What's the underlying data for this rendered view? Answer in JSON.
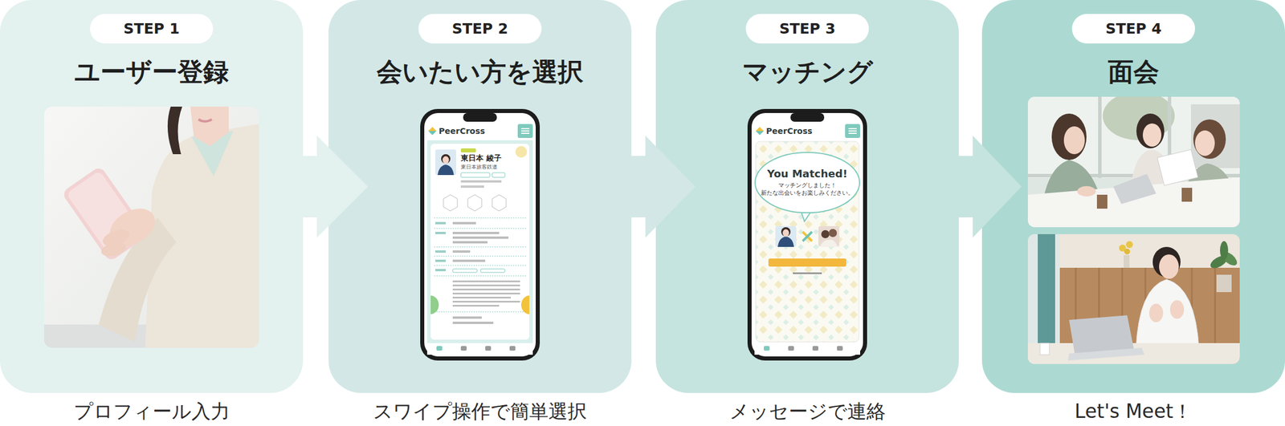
{
  "diagram": {
    "nodes": [
      {
        "text": [
          "ユーザー登録",
          "プロフィール入力"
        ]
      },
      {
        "text": [
          "STEP 1"
        ],
        "in": 0
      },
      {
        "text": [
          "会いたい方を選択",
          "スワイプ操作で簡単選択"
        ]
      },
      {
        "text": [
          "STEP 2"
        ],
        "in": 2
      },
      {
        "text": [
          "マッチング",
          "メッセージで連絡"
        ]
      },
      {
        "text": [
          "STEP 3"
        ],
        "in": 4
      },
      {
        "text": [
          "面会",
          "Let's Meet！"
        ]
      },
      {
        "text": [
          "STEP 4"
        ],
        "in": 6
      }
    ],
    "edges": [
      {
        "from": 0,
        "to": 2,
        "arrow": "to"
      },
      {
        "from": 2,
        "to": 4,
        "arrow": "to"
      },
      {
        "from": 4,
        "to": 6,
        "arrow": "to"
      }
    ],
    "labels": [
      "PeerCross",
      "東日本 綾子",
      "東日本旅客鉄道",
      "PeerCross",
      "You Matched!",
      "マッチングしました！",
      "新たな出会いをお楽しみください。"
    ]
  }
}
